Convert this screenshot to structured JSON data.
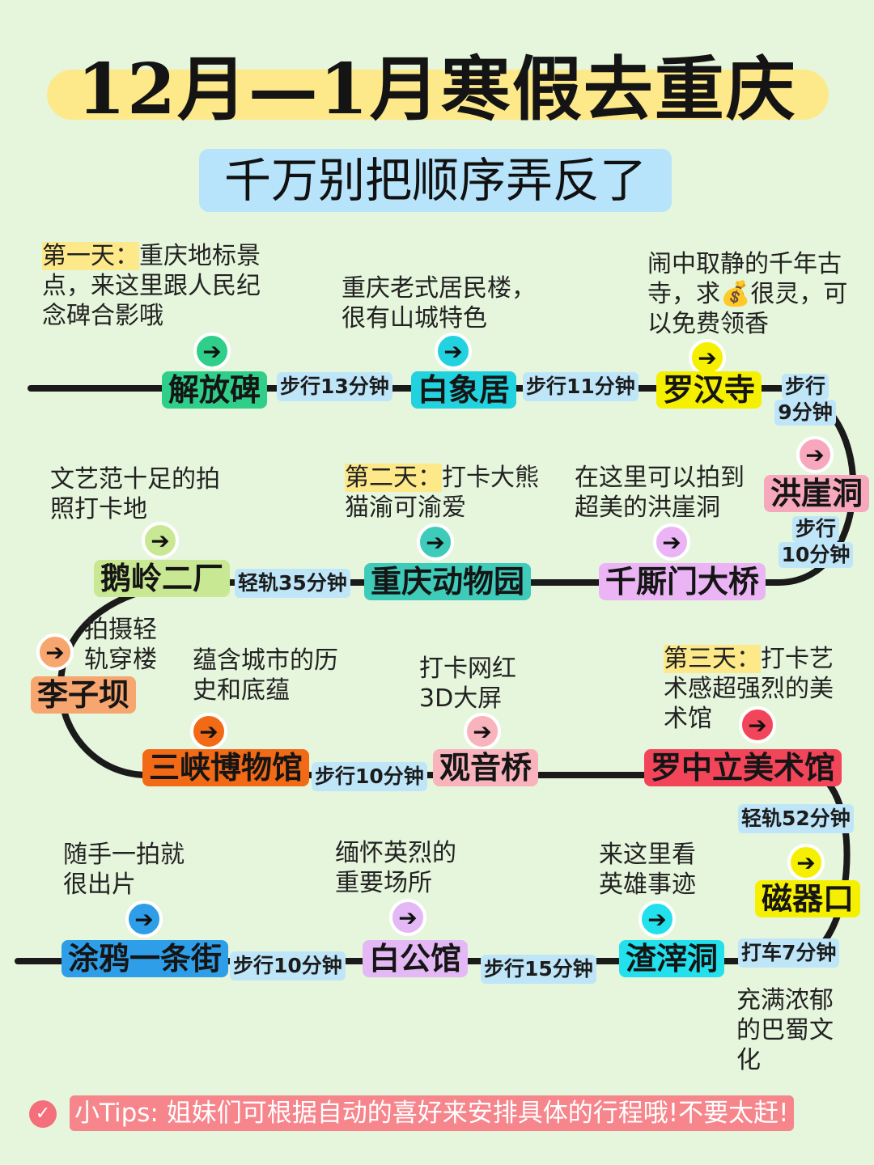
{
  "title": "12月—1月寒假去重庆",
  "subtitle": "千万别把顺序弄反了",
  "days": {
    "day1": "第一天：",
    "day2": "第二天：",
    "day3": "第三天："
  },
  "descriptions": {
    "jiefangbei": "重庆地标景点，来这里跟人民纪念碑合影哦",
    "baixiangju": "重庆老式居民楼，很有山城特色",
    "luohansi": "闹中取静的千年古寺，求💰很灵，可以免费领香",
    "qianximen": "在这里可以拍到超美的洪崖洞",
    "zoo": "打卡大熊猫渝可渝爱",
    "eling": "文艺范十足的拍照打卡地",
    "liziba": "拍摄轻轨穿楼",
    "sanxia": "蕴含城市的历史和底蕴",
    "guanyinqiao": "打卡网红3D大屏",
    "luozhongli": "打卡艺术感超强烈的美术馆",
    "ciqikou": "充满浓郁的巴蜀文化",
    "zhazidong": "来这里看英雄事迹",
    "baigongguan": "缅怀英烈的重要场所",
    "tuya": "随手一拍就很出片"
  },
  "stations": {
    "jiefangbei": "解放碑",
    "baixiangju": "白象居",
    "luohansi": "罗汉寺",
    "hongyadong": "洪崖洞",
    "qianximen": "千厮门大桥",
    "zoo": "重庆动物园",
    "eling": "鹅岭二厂",
    "liziba": "李子坝",
    "sanxia": "三峡博物馆",
    "guanyinqiao": "观音桥",
    "luozhongli": "罗中立美术馆",
    "ciqikou": "磁器口",
    "zhazidong": "渣滓洞",
    "baigongguan": "白公馆",
    "tuya": "涂鸦一条街"
  },
  "connectors": {
    "c1": "步行13分钟",
    "c2": "步行11分钟",
    "c3a": "步行",
    "c3b": "9分钟",
    "c4a": "步行",
    "c4b": "10分钟",
    "c5": "轻轨35分钟",
    "c6": "步行10分钟",
    "c7": "轻轨52分钟",
    "c8": "打车7分钟",
    "c9": "步行15分钟",
    "c10": "步行10分钟"
  },
  "tips": "小Tips: 姐妹们可根据自动的喜好来安排具体的行程哦!不要太赶!",
  "icons": {
    "arrow": "arrow-right-icon",
    "check": "check-circle-icon"
  },
  "colors": {
    "background": "#e6f6dc",
    "title_highlight": "#fde98a",
    "subtitle_bg": "#b7e4fb",
    "connector_bg": "#bfe6f8",
    "tips_bg": "#f6858c",
    "jiefangbei": "#2fcf8a",
    "baixiangju": "#22d3df",
    "luohansi": "#f5f000",
    "hongyadong": "#f7a8bd",
    "qianximen": "#eab4f5",
    "zoo": "#3fcbb9",
    "eling": "#c9e893",
    "liziba": "#f7a66f",
    "sanxia": "#f26a16",
    "guanyinqiao": "#f8b3bd",
    "luozhongli": "#f2455a",
    "ciqikou": "#f5f000",
    "zhazidong": "#22e0ec",
    "baigongguan": "#e3b8f5",
    "tuya": "#2f9ee8"
  }
}
